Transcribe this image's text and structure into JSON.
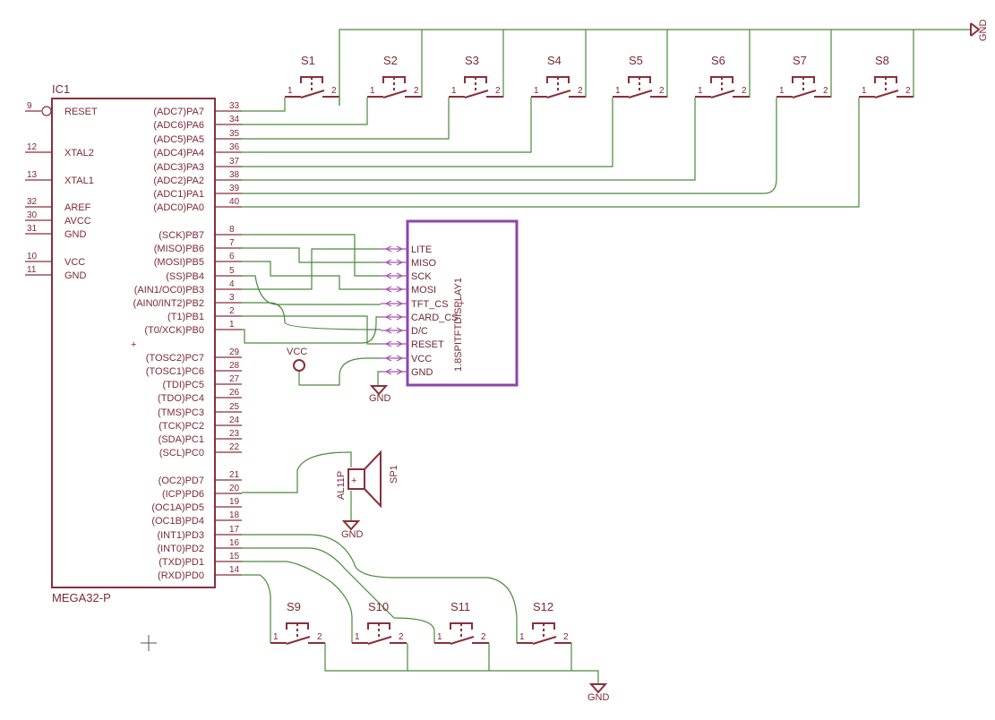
{
  "ic": {
    "name": "IC1",
    "value": "MEGA32-P",
    "left_pins": [
      {
        "num": "9",
        "label": "RESET"
      },
      {
        "num": "12",
        "label": "XTAL2"
      },
      {
        "num": "13",
        "label": "XTAL1"
      },
      {
        "num": "32",
        "label": "AREF"
      },
      {
        "num": "30",
        "label": "AVCC"
      },
      {
        "num": "31",
        "label": "GND"
      },
      {
        "num": "10",
        "label": "VCC"
      },
      {
        "num": "11",
        "label": "GND"
      }
    ],
    "right_pins": [
      {
        "num": "33",
        "label": "(ADC7)PA7"
      },
      {
        "num": "34",
        "label": "(ADC6)PA6"
      },
      {
        "num": "35",
        "label": "(ADC5)PA5"
      },
      {
        "num": "36",
        "label": "(ADC4)PA4"
      },
      {
        "num": "37",
        "label": "(ADC3)PA3"
      },
      {
        "num": "38",
        "label": "(ADC2)PA2"
      },
      {
        "num": "39",
        "label": "(ADC1)PA1"
      },
      {
        "num": "40",
        "label": "(ADC0)PA0"
      },
      {
        "num": "8",
        "label": "(SCK)PB7"
      },
      {
        "num": "7",
        "label": "(MISO)PB6"
      },
      {
        "num": "6",
        "label": "(MOSI)PB5"
      },
      {
        "num": "5",
        "label": "(SS)PB4"
      },
      {
        "num": "4",
        "label": "(AIN1/OC0)PB3"
      },
      {
        "num": "3",
        "label": "(AIN0/INT2)PB2"
      },
      {
        "num": "2",
        "label": "(T1)PB1"
      },
      {
        "num": "1",
        "label": "(T0/XCK)PB0"
      },
      {
        "num": "29",
        "label": "(TOSC2)PC7"
      },
      {
        "num": "28",
        "label": "(TOSC1)PC6"
      },
      {
        "num": "27",
        "label": "(TDI)PC5"
      },
      {
        "num": "26",
        "label": "(TDO)PC4"
      },
      {
        "num": "25",
        "label": "(TMS)PC3"
      },
      {
        "num": "24",
        "label": "(TCK)PC2"
      },
      {
        "num": "23",
        "label": "(SDA)PC1"
      },
      {
        "num": "22",
        "label": "(SCL)PC0"
      },
      {
        "num": "21",
        "label": "(OC2)PD7"
      },
      {
        "num": "20",
        "label": "(ICP)PD6"
      },
      {
        "num": "19",
        "label": "(OC1A)PD5"
      },
      {
        "num": "18",
        "label": "(OC1B)PD4"
      },
      {
        "num": "17",
        "label": "(INT1)PD3"
      },
      {
        "num": "16",
        "label": "(INT0)PD2"
      },
      {
        "num": "15",
        "label": "(TXD)PD1"
      },
      {
        "num": "14",
        "label": "(RXD)PD0"
      }
    ]
  },
  "display": {
    "name": "1.8SPITFTDISPLAY1",
    "pins": [
      "LITE",
      "MISO",
      "SCK",
      "MOSI",
      "TFT_CS",
      "CARD_CS",
      "D/C",
      "RESET",
      "VCC",
      "GND"
    ]
  },
  "switches_top": [
    "S1",
    "S2",
    "S3",
    "S4",
    "S5",
    "S6",
    "S7",
    "S8"
  ],
  "switches_bottom": [
    "S9",
    "S10",
    "S11",
    "S12"
  ],
  "switch_pin_labels": {
    "a": "1",
    "b": "2"
  },
  "speaker": {
    "name": "SP1",
    "value": "AL11P"
  },
  "supply": {
    "gnd": "GND",
    "vcc": "VCC"
  }
}
